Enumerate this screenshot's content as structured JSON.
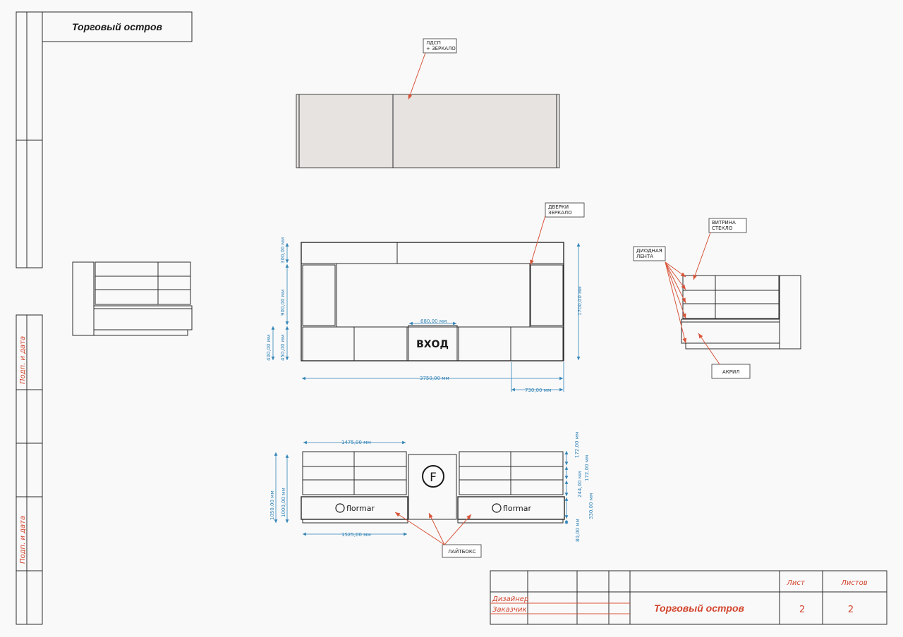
{
  "header": {
    "title": "Торговый остров"
  },
  "side_stamp": {
    "label_1": "Подп. и дата",
    "label_2": "Подп. и дата"
  },
  "callouts": {
    "top_material_1": "ЛДСП",
    "top_material_2": "+ ЗЕРКАЛО",
    "doors_1": "ДВЕРКИ",
    "doors_2": "ЗЕРКАЛО",
    "showcase_1": "ВИТРИНА",
    "showcase_2": "СТЕКЛО",
    "led_1": "ДИОДНАЯ",
    "led_2": "ЛЕНТА",
    "acrylic": "АКРИЛ",
    "lightbox": "ЛАЙТБОКС"
  },
  "front_view": {
    "entrance": "ВХОД",
    "dims": {
      "d300": "300,00 мм",
      "d900": "900,00 мм",
      "d400": "400,00 мм",
      "d450": "450,00 мм",
      "d680": "680,00 мм",
      "d1700": "1700,00 мм",
      "d3750": "3750,00 мм",
      "d730": "730,00 мм"
    }
  },
  "elevation": {
    "brand": "flormar",
    "logo_letter": "F",
    "dims": {
      "d1475": "1475,00 мм",
      "d1525": "1525,00 мм",
      "d1050": "1050,00 мм",
      "d1000": "1000,00 мм",
      "d172a": "172,00 мм",
      "d172b": "172,00 мм",
      "d244": "244,00 мм",
      "d330": "330,00 мм",
      "d80": "80,00 мм"
    }
  },
  "title_block": {
    "designer": "Дизайнер",
    "customer": "Заказчик",
    "project": "Торговый остров",
    "sheet_label": "Лист",
    "sheets_label": "Листов",
    "sheet": "2",
    "sheets": "2"
  },
  "colors": {
    "accent": "#d2452c",
    "dimension": "#2f82b5",
    "panel": "#e6e3e1"
  }
}
